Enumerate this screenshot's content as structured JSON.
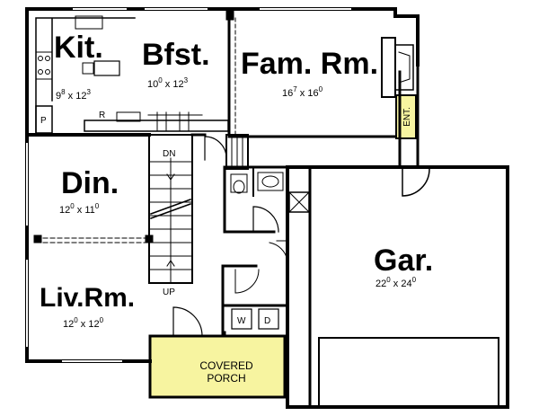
{
  "rooms": {
    "kitchen": {
      "name": "Kit.",
      "w_ft": "9",
      "w_in": "8",
      "d_ft": "12",
      "d_in": "3"
    },
    "breakfast": {
      "name": "Bfst.",
      "w_ft": "10",
      "w_in": "0",
      "d_ft": "12",
      "d_in": "3"
    },
    "family": {
      "name": "Fam. Rm.",
      "w_ft": "16",
      "w_in": "7",
      "d_ft": "16",
      "d_in": "0"
    },
    "dining": {
      "name": "Din.",
      "w_ft": "12",
      "w_in": "0",
      "d_ft": "11",
      "d_in": "0"
    },
    "living": {
      "name": "Liv.Rm.",
      "w_ft": "12",
      "w_in": "0",
      "d_ft": "12",
      "d_in": "0"
    },
    "garage": {
      "name": "Gar.",
      "w_ft": "22",
      "w_in": "0",
      "d_ft": "24",
      "d_in": "0"
    }
  },
  "dim_separator": "x",
  "labels": {
    "stair_down": "DN",
    "stair_up": "UP",
    "refrigerator": "R",
    "pantry": "P",
    "washer": "W",
    "dryer": "D",
    "entertainment": "ENT.",
    "porch_line1": "COVERED",
    "porch_line2": "PORCH"
  },
  "colors": {
    "wall": "#000000",
    "porch_fill": "#f7f4a0",
    "ent_fill": "#f7f4a0"
  }
}
